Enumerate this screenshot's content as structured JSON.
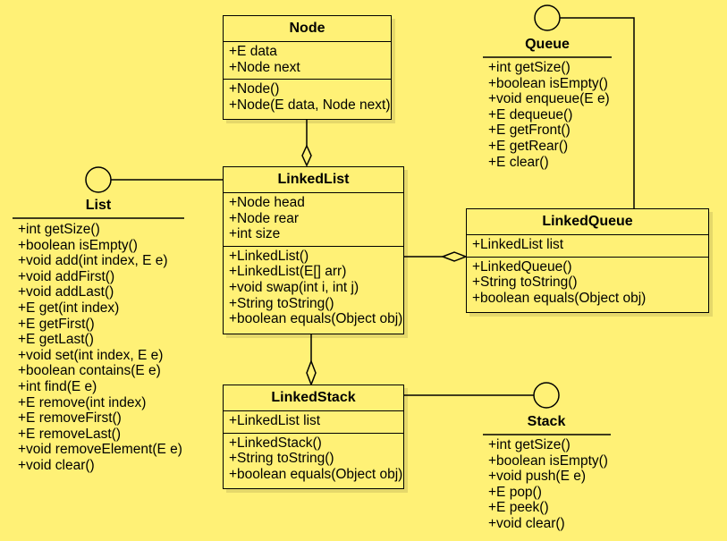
{
  "classes": {
    "node": {
      "name": "Node",
      "fields": [
        "+E data",
        "+Node next"
      ],
      "methods": [
        "+Node()",
        "+Node(E data, Node next)"
      ]
    },
    "linkedlist": {
      "name": "LinkedList",
      "fields": [
        "+Node head",
        "+Node rear",
        "+int size"
      ],
      "methods": [
        "+LinkedList()",
        "+LinkedList(E[] arr)",
        "+void swap(int i, int j)",
        "+String toString()",
        "+boolean equals(Object obj)"
      ]
    },
    "linkedqueue": {
      "name": "LinkedQueue",
      "fields": [
        "+LinkedList list"
      ],
      "methods": [
        "+LinkedQueue()",
        "+String toString()",
        "+boolean equals(Object obj)"
      ]
    },
    "linkedstack": {
      "name": "LinkedStack",
      "fields": [
        "+LinkedList list"
      ],
      "methods": [
        "+LinkedStack()",
        "+String toString()",
        "+boolean equals(Object obj)"
      ]
    }
  },
  "interfaces": {
    "list": {
      "name": "List",
      "methods": [
        "+int getSize()",
        "+boolean isEmpty()",
        "+void add(int index, E e)",
        "+void addFirst()",
        "+void addLast()",
        "+E get(int index)",
        "+E getFirst()",
        "+E getLast()",
        "+void set(int index, E e)",
        "+boolean contains(E e)",
        "+int find(E e)",
        "+E remove(int index)",
        "+E removeFirst()",
        "+E removeLast()",
        "+void removeElement(E e)",
        "+void clear()"
      ]
    },
    "queue": {
      "name": "Queue",
      "methods": [
        "+int getSize()",
        "+boolean isEmpty()",
        "+void enqueue(E e)",
        "+E dequeue()",
        "+E getFront()",
        "+E getRear()",
        "+E clear()"
      ]
    },
    "stack": {
      "name": "Stack",
      "methods": [
        "+int getSize()",
        "+boolean isEmpty()",
        "+void push(E e)",
        "+E pop()",
        "+E peek()",
        "+void clear()"
      ]
    }
  }
}
